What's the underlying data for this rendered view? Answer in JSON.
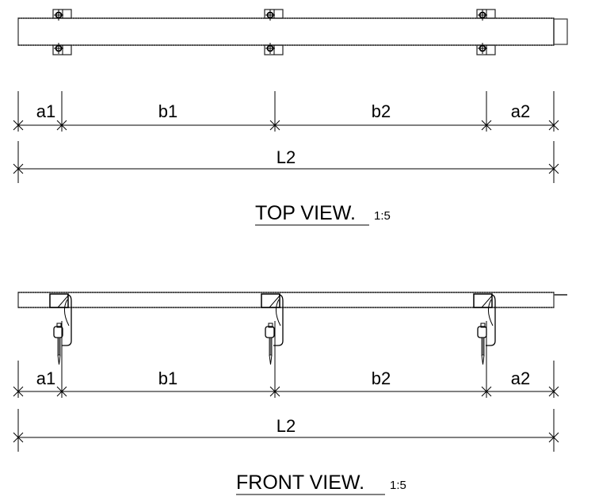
{
  "top_view": {
    "title": "TOP VIEW.",
    "scale": "1:5",
    "dimensions": [
      "a1",
      "b1",
      "b2",
      "a2"
    ],
    "overall": "L2"
  },
  "front_view": {
    "title": "FRONT VIEW.",
    "scale": "1:5",
    "dimensions": [
      "a1",
      "b1",
      "b2",
      "a2"
    ],
    "overall": "L2"
  },
  "colors": {
    "line": "#000000",
    "beam_edge": "#555555"
  }
}
